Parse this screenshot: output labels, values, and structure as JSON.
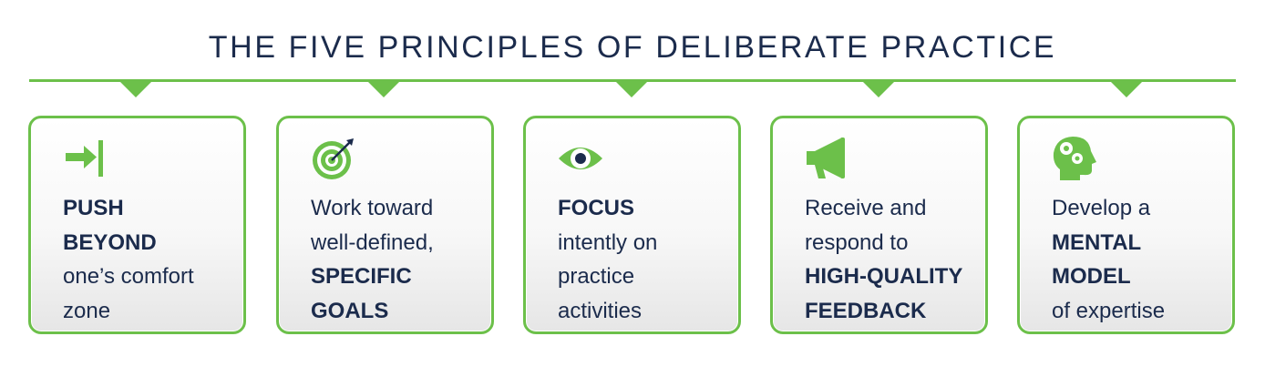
{
  "title": "THE FIVE PRINCIPLES OF DELIBERATE PRACTICE",
  "colors": {
    "accent": "#6cc04a",
    "text": "#1b2b4c"
  },
  "cards": [
    {
      "icon": "arrow-to-bar-icon",
      "lines": [
        {
          "text": "PUSH",
          "bold": true
        },
        {
          "text": "BEYOND",
          "bold": true
        },
        {
          "text": "one’s comfort",
          "bold": false
        },
        {
          "text": "zone",
          "bold": false
        }
      ]
    },
    {
      "icon": "target-icon",
      "lines": [
        {
          "text": "Work toward",
          "bold": false
        },
        {
          "text": "well-defined,",
          "bold": false
        },
        {
          "text": "SPECIFIC",
          "bold": true
        },
        {
          "text": "GOALS",
          "bold": true
        }
      ]
    },
    {
      "icon": "eye-icon",
      "lines": [
        {
          "text": "FOCUS",
          "bold": true
        },
        {
          "text": "intently on",
          "bold": false
        },
        {
          "text": "practice",
          "bold": false
        },
        {
          "text": "activities",
          "bold": false
        }
      ]
    },
    {
      "icon": "megaphone-icon",
      "lines": [
        {
          "text": "Receive and",
          "bold": false
        },
        {
          "text": "respond to",
          "bold": false
        },
        {
          "text": "HIGH-QUALITY",
          "bold": true
        },
        {
          "text": "FEEDBACK",
          "bold": true
        }
      ]
    },
    {
      "icon": "head-gears-icon",
      "lines": [
        {
          "text": "Develop a",
          "bold": false
        },
        {
          "text": "MENTAL",
          "bold": true
        },
        {
          "text": "MODEL",
          "bold": true
        },
        {
          "text": "of expertise",
          "bold": false
        }
      ]
    }
  ]
}
